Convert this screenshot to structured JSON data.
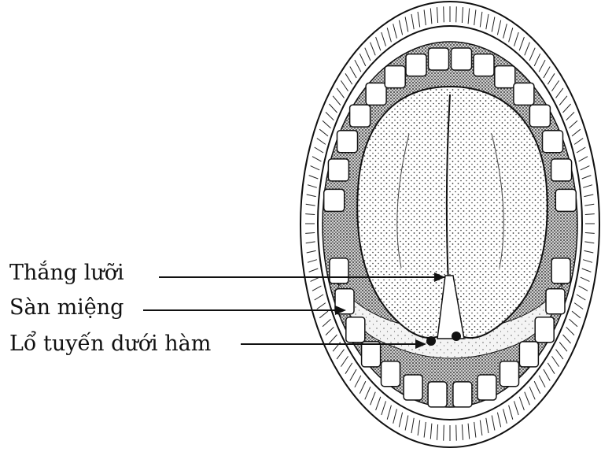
{
  "diagram": {
    "subject": "open mouth anatomy",
    "labels": [
      {
        "text": "Thắng lưỡi"
      },
      {
        "text": "Sàn miệng"
      },
      {
        "text": "Lổ tuyến dưới hàm"
      }
    ]
  },
  "colors": {
    "ink": "#111111",
    "background": "#ffffff"
  }
}
